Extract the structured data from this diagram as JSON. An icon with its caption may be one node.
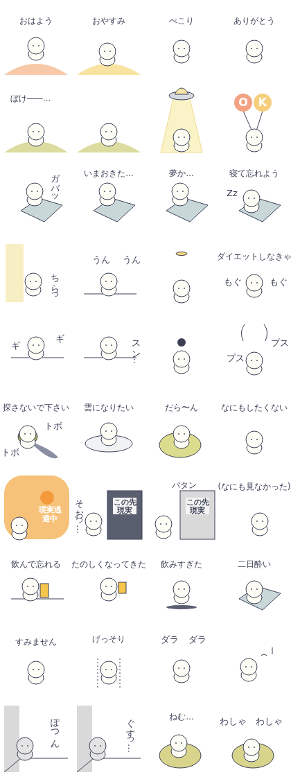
{
  "diagram": {
    "labels": [
      "おはよう",
      "おやすみ",
      "ぺこり",
      "ありがとう",
      "ぼけ――…",
      "O",
      "K",
      "ガバッ",
      "いまおきた…",
      "夢か…",
      "寝て忘れよう",
      "Zz",
      "ちらっ",
      "うん",
      "うん",
      "ダイエットしなきゃ",
      "もぐ",
      "もぐ",
      "ギ",
      "ギ",
      "スン…",
      "プス",
      "プス",
      "探さないで下さい",
      "トボ",
      "トボ",
      "雲になりたい",
      "だら〜ん",
      "なにもしたくない",
      "現実逃避中",
      "そおっ…",
      "この先現実",
      "パタン",
      "この先現実",
      "(なにも見なかった)",
      "飲んで忘れる",
      "たのしくなってきた",
      "飲みすぎた",
      "二日酔い",
      "すみません",
      "げっそり",
      "ダラ",
      "ダラ",
      "ぽつん。",
      "ぐすっ…",
      "ねむ…",
      "わしゃ",
      "わしゃ"
    ]
  }
}
